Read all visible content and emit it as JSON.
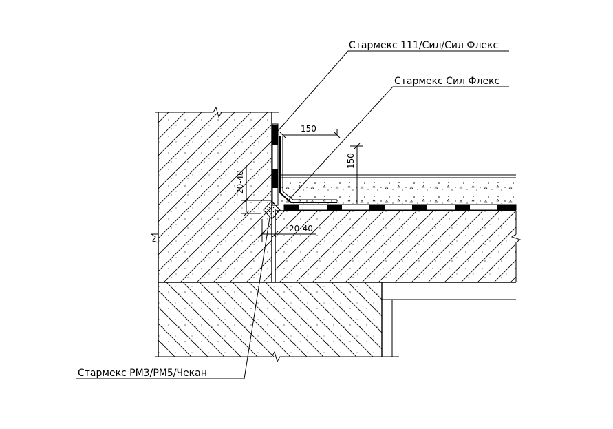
{
  "labels": {
    "sealant_top": "Стармекс 111/Сил/Сил Флекс",
    "sealant_mid": "Стармекс Сил Флекс",
    "sealant_bottom": "Стармекс РМ3/РМ5/Чекан"
  },
  "dimensions": {
    "horizontal_150": "150",
    "vertical_150": "150",
    "gap_vertical": "20-40",
    "gap_horizontal": "20-40"
  }
}
